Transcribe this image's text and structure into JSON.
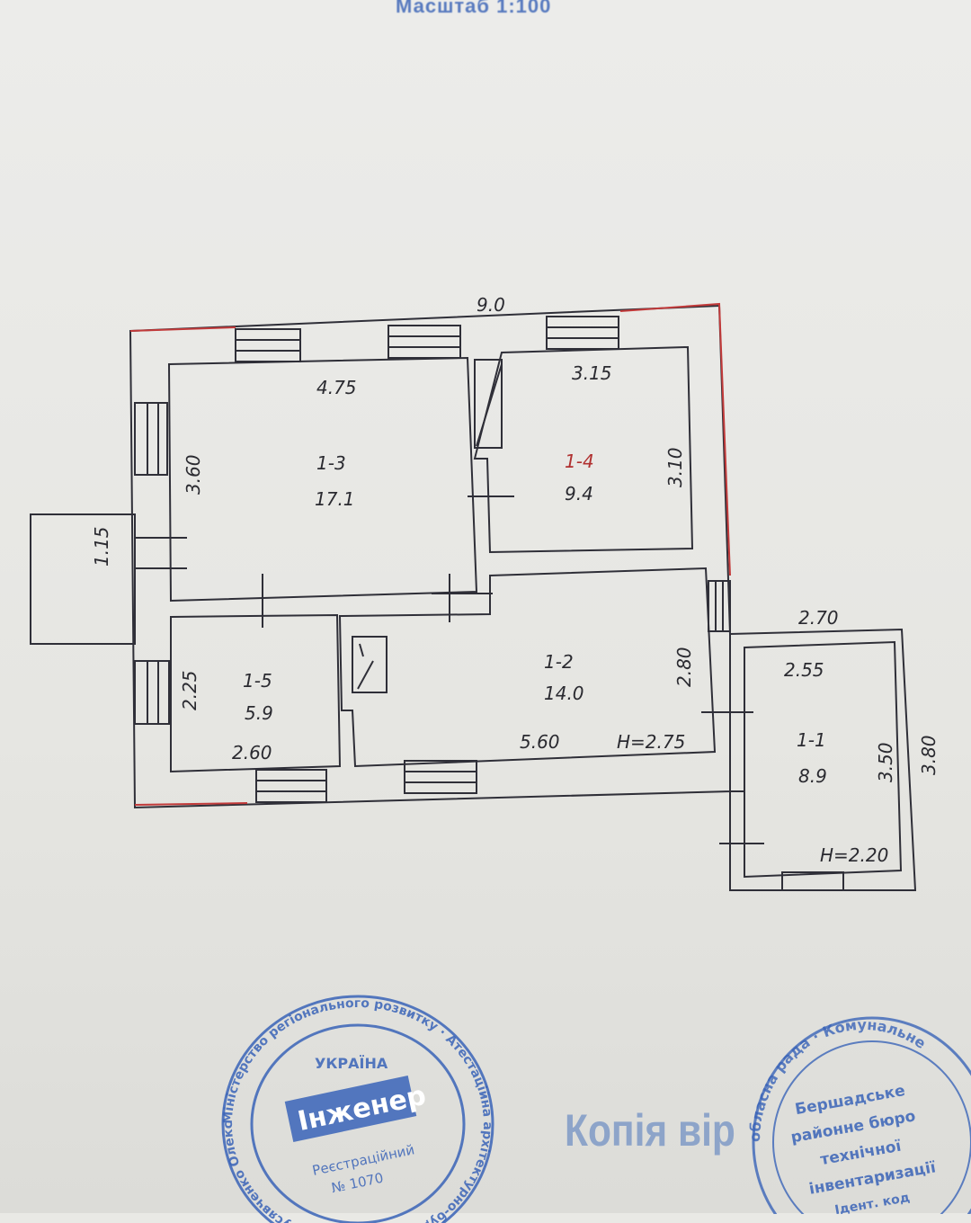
{
  "header": {
    "scale_stamp": "Масштаб 1:100"
  },
  "plan": {
    "overall_width": "9.0",
    "porch_depth": "1.15",
    "annex_width": "2.70",
    "annex_depth": "3.80",
    "rooms": [
      {
        "id": "1-3",
        "area": "17.1",
        "dims": [
          "4.75",
          "3.60"
        ]
      },
      {
        "id": "1-4",
        "area": "9.4",
        "dims": [
          "3.15",
          "3.10"
        ]
      },
      {
        "id": "1-2",
        "area": "14.0",
        "dims": [
          "5.60",
          "2.80"
        ]
      },
      {
        "id": "1-5",
        "area": "5.9",
        "dims": [
          "2.60",
          "2.25"
        ]
      },
      {
        "id": "1-1",
        "area": "8.9",
        "dims": [
          "2.55",
          "3.50"
        ]
      }
    ],
    "heights": [
      "H=2.75",
      "H=2.20"
    ]
  },
  "stamp_engineer": {
    "center": "Інженер",
    "country": "УКРАЇНА",
    "reg_label": "Реєстраційний",
    "reg_number": "№ 1070",
    "ring": "Міністерство регіонального розвитку · Атестаційна архітектурно-будівельна комісія · Русявченко Олександр Володимирович"
  },
  "stamp_bureau": {
    "ring": "обласна рада · Комунальне",
    "lines": [
      "Бершадське",
      "районне бюро",
      "технічної",
      "інвентаризації",
      "Ідент. код"
    ]
  },
  "copy_stamp": "Копія вір"
}
